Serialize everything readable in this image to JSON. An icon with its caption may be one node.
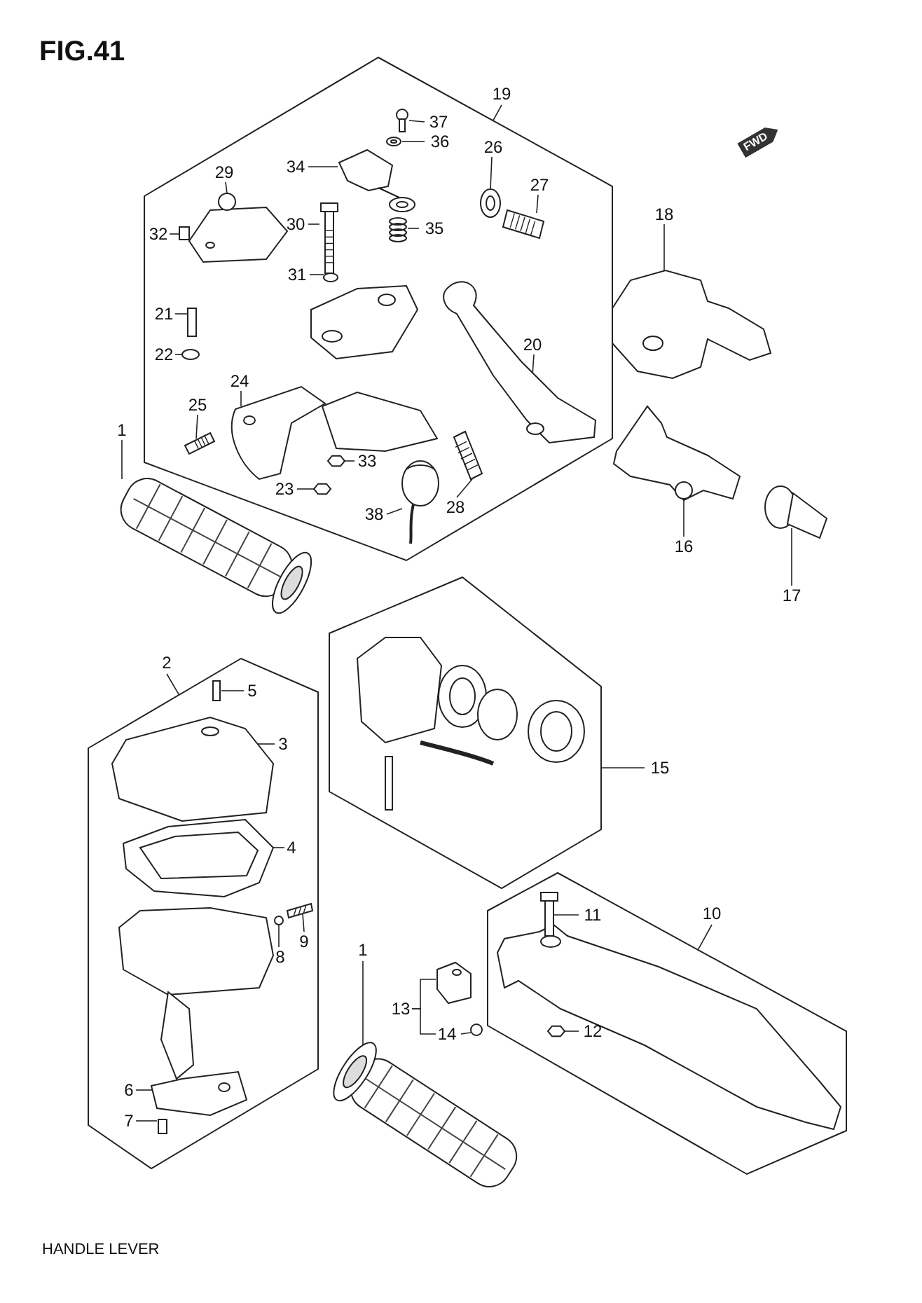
{
  "diagram": {
    "title": "FIG.41",
    "caption": "HANDLE LEVER",
    "nodes": [
      {
        "text": [
          "19"
        ]
      },
      {
        "text": [],
        "shape": "box"
      },
      {
        "text": [
          "37"
        ],
        "in": 1
      },
      {
        "text": [
          "36"
        ],
        "in": 1
      },
      {
        "text": [
          "34"
        ],
        "in": 1
      },
      {
        "text": [
          "26"
        ],
        "in": 1
      },
      {
        "text": [
          "29"
        ],
        "in": 1
      },
      {
        "text": [
          "27"
        ],
        "in": 1
      },
      {
        "text": [
          "30"
        ],
        "in": 1
      },
      {
        "text": [
          "35"
        ],
        "in": 1
      },
      {
        "text": [
          "32"
        ],
        "in": 1
      },
      {
        "text": [
          "31"
        ],
        "in": 1
      },
      {
        "text": [
          "21"
        ],
        "in": 1
      },
      {
        "text": [
          "22"
        ],
        "in": 1
      },
      {
        "text": [
          "20"
        ],
        "in": 1
      },
      {
        "text": [
          "24"
        ],
        "in": 1
      },
      {
        "text": [
          "25"
        ],
        "in": 1
      },
      {
        "text": [
          "33"
        ],
        "in": 1
      },
      {
        "text": [
          "23"
        ]
      },
      {
        "text": [
          "28"
        ],
        "in": 1
      },
      {
        "text": [
          "38"
        ],
        "in": 1
      },
      {
        "text": [
          "18"
        ]
      },
      {
        "text": [
          "1"
        ]
      },
      {
        "text": [
          "16"
        ]
      },
      {
        "text": [
          "17"
        ]
      },
      {
        "text": [
          "2"
        ]
      },
      {
        "text": [],
        "shape": "box"
      },
      {
        "text": [
          "5"
        ],
        "in": 26
      },
      {
        "text": [
          "3"
        ],
        "in": 26
      },
      {
        "text": [
          "4"
        ],
        "in": 26
      },
      {
        "text": [
          "9"
        ],
        "in": 26
      },
      {
        "text": [
          "8"
        ],
        "in": 26
      },
      {
        "text": [
          "6"
        ],
        "in": 26
      },
      {
        "text": [
          "7"
        ],
        "in": 26
      },
      {
        "text": [],
        "shape": "box"
      },
      {
        "text": [
          "15"
        ]
      },
      {
        "text": [
          "10"
        ]
      },
      {
        "text": [],
        "shape": "box"
      },
      {
        "text": [
          "11"
        ],
        "in": 37
      },
      {
        "text": [
          "12"
        ],
        "in": 37
      },
      {
        "text": [
          "1"
        ]
      },
      {
        "text": [
          "13"
        ]
      },
      {
        "text": [
          "14"
        ]
      },
      {
        "text": [],
        "shape": "box",
        "in": 1
      },
      {
        "text": [],
        "shape": "circle",
        "in": 1
      },
      {
        "text": [],
        "shape": "picture",
        "in": 1
      },
      {
        "text": [],
        "shape": "circle",
        "in": 1
      },
      {
        "text": [],
        "shape": "picture",
        "in": 1
      },
      {
        "text": [],
        "shape": "picture",
        "in": 1
      },
      {
        "text": [],
        "shape": "picture",
        "in": 1
      },
      {
        "text": [],
        "shape": "picture",
        "in": 1
      },
      {
        "text": [],
        "shape": "box",
        "in": 1
      },
      {
        "text": [],
        "shape": "circle",
        "in": 1
      },
      {
        "text": [],
        "shape": "box",
        "in": 1
      },
      {
        "text": [],
        "shape": "circle",
        "in": 1
      },
      {
        "text": [],
        "shape": "picture",
        "in": 1
      },
      {
        "text": [],
        "shape": "picture",
        "in": 1
      },
      {
        "text": [],
        "shape": "picture",
        "in": 1
      },
      {
        "text": [],
        "shape": "hexagon",
        "in": 1
      },
      {
        "text": [],
        "shape": "hexagon",
        "in": 1
      },
      {
        "text": [],
        "shape": "picture",
        "in": 1
      },
      {
        "text": [],
        "shape": "picture",
        "in": 1
      },
      {
        "text": [],
        "shape": "picture"
      },
      {
        "text": [],
        "shape": "picture"
      },
      {
        "text": [],
        "shape": "picture"
      },
      {
        "text": [],
        "shape": "picture"
      },
      {
        "text": [],
        "shape": "box",
        "in": 26
      },
      {
        "text": [],
        "shape": "picture",
        "in": 26
      },
      {
        "text": [],
        "shape": "picture",
        "in": 26
      },
      {
        "text": [],
        "shape": "picture",
        "in": 26
      },
      {
        "text": [],
        "shape": "circle",
        "in": 26
      },
      {
        "text": [],
        "shape": "picture",
        "in": 26
      },
      {
        "text": [],
        "shape": "box",
        "in": 26
      },
      {
        "text": [],
        "shape": "picture",
        "in": 37
      },
      {
        "text": [],
        "shape": "hexagon",
        "in": 37
      },
      {
        "text": [],
        "shape": "picture"
      },
      {
        "text": [],
        "shape": "picture"
      },
      {
        "text": [],
        "shape": "circle"
      },
      {
        "text": [],
        "shape": "picture",
        "in": 1
      }
    ],
    "edges": [
      {
        "from": 0,
        "to": 1,
        "arrow": "none"
      },
      {
        "from": 2,
        "to": 43,
        "arrow": "none"
      },
      {
        "from": 3,
        "to": 44,
        "arrow": "none"
      },
      {
        "from": 4,
        "to": 45,
        "arrow": "none"
      },
      {
        "from": 5,
        "to": 46,
        "arrow": "none"
      },
      {
        "from": 6,
        "to": 47,
        "arrow": "none"
      },
      {
        "from": 7,
        "to": 48,
        "arrow": "none"
      },
      {
        "from": 8,
        "to": 49,
        "arrow": "none"
      },
      {
        "from": 9,
        "to": 50,
        "arrow": "none"
      },
      {
        "from": 10,
        "to": 51,
        "arrow": "none"
      },
      {
        "from": 11,
        "to": 52,
        "arrow": "none"
      },
      {
        "from": 12,
        "to": 53,
        "arrow": "none"
      },
      {
        "from": 13,
        "to": 54,
        "arrow": "none"
      },
      {
        "from": 14,
        "to": 55,
        "arrow": "none"
      },
      {
        "from": 15,
        "to": 56,
        "arrow": "none"
      },
      {
        "from": 16,
        "to": 57,
        "arrow": "none"
      },
      {
        "from": 17,
        "to": 58,
        "arrow": "none"
      },
      {
        "from": 18,
        "to": 59,
        "arrow": "none"
      },
      {
        "from": 19,
        "to": 60,
        "arrow": "none"
      },
      {
        "from": 20,
        "to": 61,
        "arrow": "none"
      },
      {
        "from": 21,
        "to": 62,
        "arrow": "none"
      },
      {
        "from": 22,
        "to": 63,
        "arrow": "none"
      },
      {
        "from": 23,
        "to": 64,
        "arrow": "none"
      },
      {
        "from": 24,
        "to": 65,
        "arrow": "none"
      },
      {
        "from": 25,
        "to": 26,
        "arrow": "none"
      },
      {
        "from": 27,
        "to": 66,
        "arrow": "none"
      },
      {
        "from": 28,
        "to": 67,
        "arrow": "none"
      },
      {
        "from": 29,
        "to": 68,
        "arrow": "none"
      },
      {
        "from": 30,
        "to": 69,
        "arrow": "none"
      },
      {
        "from": 31,
        "to": 70,
        "arrow": "none"
      },
      {
        "from": 32,
        "to": 71,
        "arrow": "none"
      },
      {
        "from": 33,
        "to": 72,
        "arrow": "none"
      },
      {
        "from": 35,
        "to": 34,
        "arrow": "none"
      },
      {
        "from": 36,
        "to": 37,
        "arrow": "none"
      },
      {
        "from": 38,
        "to": 73,
        "arrow": "none"
      },
      {
        "from": 39,
        "to": 74,
        "arrow": "none"
      },
      {
        "from": 40,
        "to": 75,
        "arrow": "none"
      },
      {
        "from": 41,
        "to": 76,
        "arrow": "none"
      },
      {
        "from": 41,
        "to": 42,
        "arrow": "none"
      },
      {
        "from": 42,
        "to": 77,
        "arrow": "none"
      }
    ],
    "labels": [
      "FWD"
    ]
  }
}
